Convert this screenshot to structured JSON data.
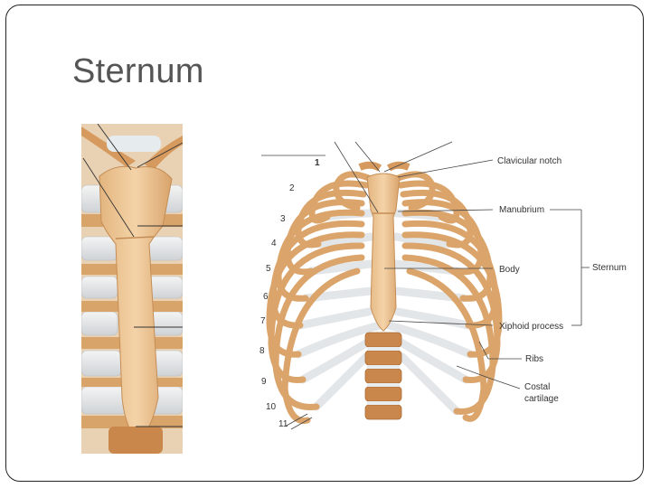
{
  "slide": {
    "title": "Sternum"
  },
  "diagram": {
    "rib_numbers": [
      "1",
      "2",
      "3",
      "4",
      "5",
      "6",
      "7",
      "8",
      "9",
      "10",
      "11"
    ],
    "labels": {
      "clavicular_notch": "Clavicular notch",
      "manubrium": "Manubrium",
      "body": "Body",
      "xiphoid_process": "Xiphoid process",
      "sternum": "Sternum",
      "ribs": "Ribs",
      "costal_cartilage_line1": "Costal",
      "costal_cartilage_line2": "cartilage"
    }
  }
}
